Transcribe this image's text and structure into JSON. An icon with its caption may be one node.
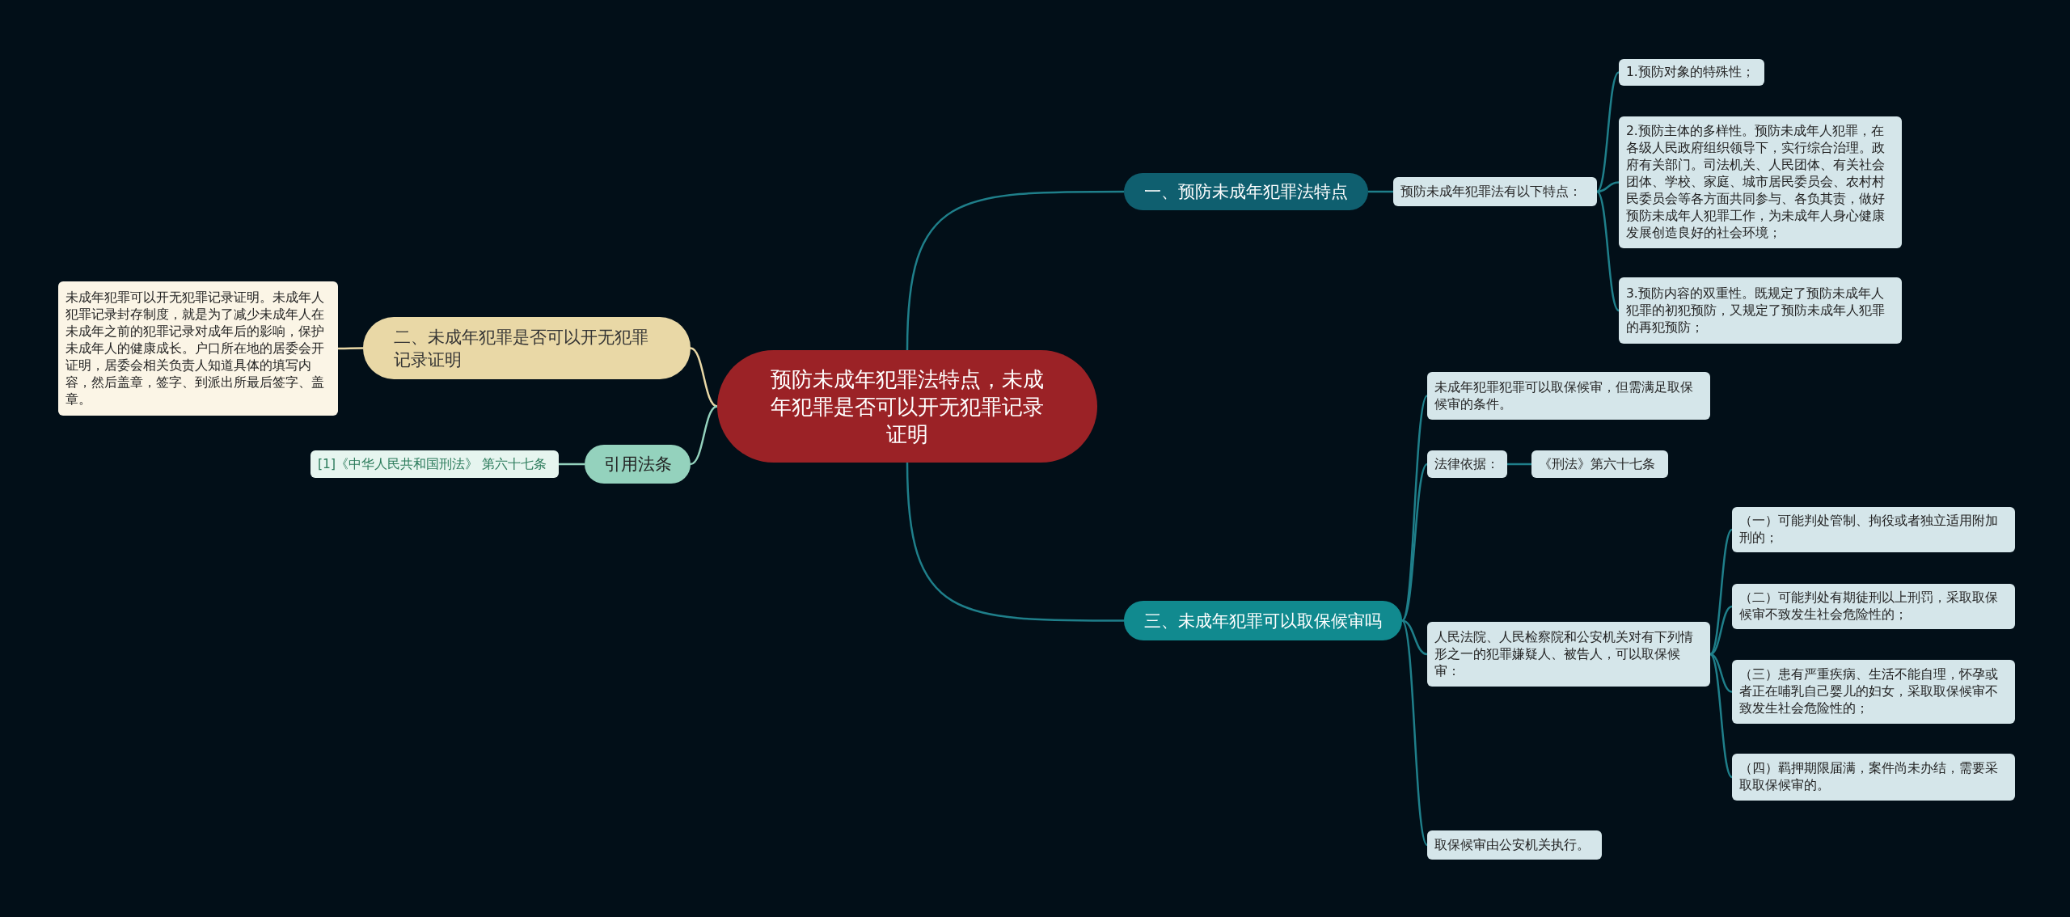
{
  "diagram": {
    "nodes": [
      {
        "text": [
          "预防未成年犯罪法特点，未成年犯罪是否可以开无犯罪记录证明"
        ]
      },
      {
        "text": [
          "一、预防未成年犯罪法特点"
        ]
      },
      {
        "text": [
          "预防未成年犯罪法有以下特点："
        ]
      },
      {
        "text": [
          "1.预防对象的特殊性；"
        ]
      },
      {
        "text": [
          "2.预防主体的多样性。预防未成年人犯罪，在各级人民政府组织领导下，实行综合治理。政府有关部门。司法机关、人民团体、有关社会团体、学校、家庭、城市居民委员会、农村村民委员会等各方面共同参与、各负其责，做好预防未成年人犯罪工作，为未成年人身心健康发展创造良好的社会环境；"
        ]
      },
      {
        "text": [
          "3.预防内容的双重性。既规定了预防未成年人犯罪的初犯预防，又规定了预防未成年人犯罪的再犯预防；"
        ]
      },
      {
        "text": [
          "二、未成年犯罪是否可以开无犯罪记录证明"
        ]
      },
      {
        "text": [
          "未成年犯罪可以开无犯罪记录证明。未成年人犯罪记录封存制度，就是为了减少未成年人在未成年之前的犯罪记录对成年后的影响，保护未成年人的健康成长。户口所在地的居委会开证明，居委会相关负责人知道具体的填写内容，然后盖章，签字、到派出所最后签字、盖章。"
        ]
      },
      {
        "text": [
          "引用法条"
        ]
      },
      {
        "text": [
          "[1]《中华人民共和国刑法》 第六十七条"
        ]
      },
      {
        "text": [
          "三、未成年犯罪可以取保候审吗"
        ]
      },
      {
        "text": [
          "未成年犯罪犯罪可以取保候审，但需满足取保候审的条件。"
        ]
      },
      {
        "text": [
          "法律依据："
        ]
      },
      {
        "text": [
          "《刑法》第六十七条"
        ]
      },
      {
        "text": [
          "人民法院、人民检察院和公安机关对有下列情形之一的犯罪嫌疑人、被告人，可以取保候审："
        ]
      },
      {
        "text": [
          "（一）可能判处管制、拘役或者独立适用附加刑的；"
        ]
      },
      {
        "text": [
          "（二）可能判处有期徒刑以上刑罚，采取取保候审不致发生社会危险性的；"
        ]
      },
      {
        "text": [
          "（三）患有严重疾病、生活不能自理，怀孕或者正在哺乳自己婴儿的妇女，采取取保候审不致发生社会危险性的；"
        ]
      },
      {
        "text": [
          "（四）羁押期限届满，案件尚未办结，需要采取取保候审的。"
        ]
      },
      {
        "text": [
          "取保候审由公安机关执行。"
        ]
      }
    ],
    "edges": [
      {
        "from": 0,
        "to": 1,
        "arrow": "none"
      },
      {
        "from": 1,
        "to": 2,
        "arrow": "none"
      },
      {
        "from": 2,
        "to": 3,
        "arrow": "none"
      },
      {
        "from": 2,
        "to": 4,
        "arrow": "none"
      },
      {
        "from": 2,
        "to": 5,
        "arrow": "none"
      },
      {
        "from": 0,
        "to": 6,
        "arrow": "none",
        "color": "#e9d8a6"
      },
      {
        "from": 6,
        "to": 7,
        "arrow": "none",
        "color": "#e9d8a6"
      },
      {
        "from": 0,
        "to": 8,
        "arrow": "none",
        "color": "#94d2bd"
      },
      {
        "from": 8,
        "to": 9,
        "arrow": "none",
        "color": "#94d2bd"
      },
      {
        "from": 0,
        "to": 10,
        "arrow": "none"
      },
      {
        "from": 10,
        "to": 11,
        "arrow": "none"
      },
      {
        "from": 10,
        "to": 12,
        "arrow": "none"
      },
      {
        "from": 12,
        "to": 13,
        "arrow": "none"
      },
      {
        "from": 10,
        "to": 14,
        "arrow": "none"
      },
      {
        "from": 14,
        "to": 15,
        "arrow": "none"
      },
      {
        "from": 14,
        "to": 16,
        "arrow": "none"
      },
      {
        "from": 14,
        "to": 17,
        "arrow": "none"
      },
      {
        "from": 14,
        "to": 18,
        "arrow": "none"
      },
      {
        "from": 10,
        "to": 19,
        "arrow": "none"
      }
    ]
  }
}
